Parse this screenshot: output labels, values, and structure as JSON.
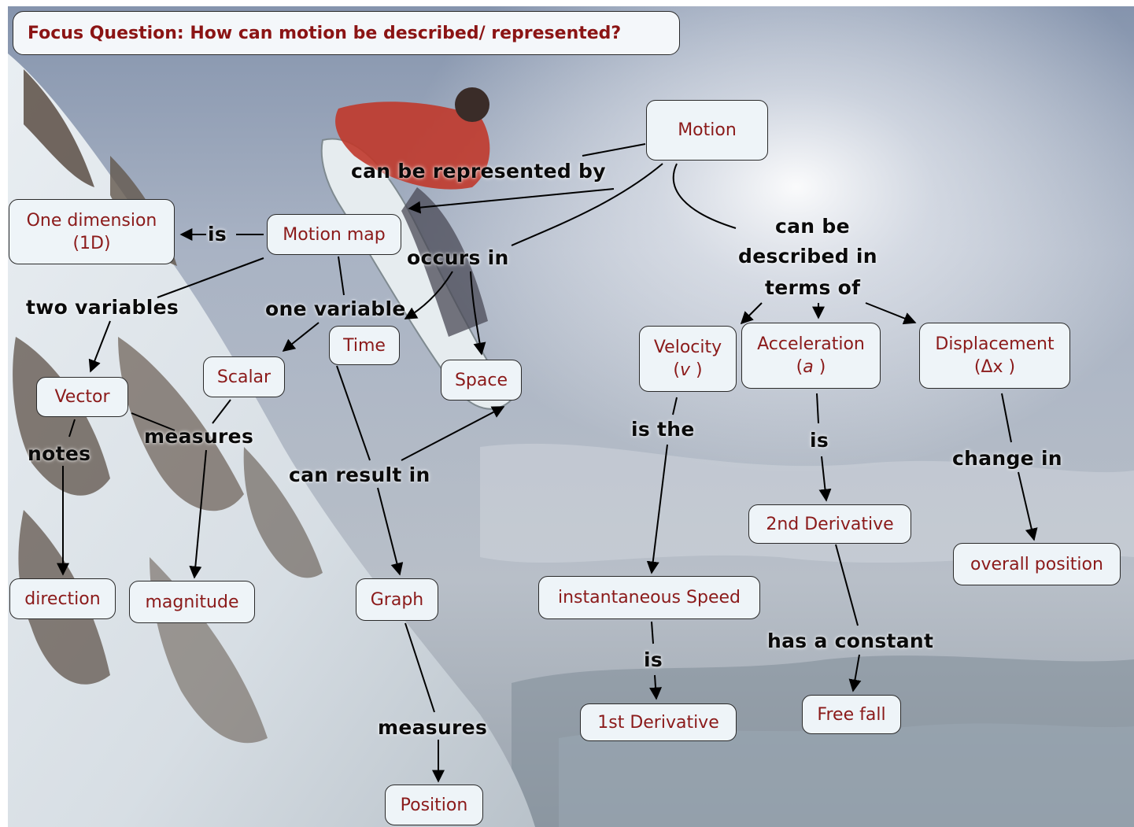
{
  "focus_question": "Focus Question: How can motion be described/ represented?",
  "nodes": {
    "motion": "Motion",
    "one_dimension_1": "One dimension",
    "one_dimension_2": "(1D)",
    "motion_map": "Motion map",
    "time": "Time",
    "space": "Space",
    "scalar": "Scalar",
    "vector": "Vector",
    "direction": "direction",
    "magnitude": "magnitude",
    "graph": "Graph",
    "position": "Position",
    "velocity_1": "Velocity",
    "velocity_sym": "v",
    "acceleration_1": "Acceleration",
    "acceleration_sym": "a",
    "displacement_1": "Displacement",
    "displacement_sym": "Δx",
    "instantaneous_speed": "instantaneous Speed",
    "first_derivative": "1st Derivative",
    "second_derivative": "2nd Derivative",
    "free_fall": "Free fall",
    "overall_position": "overall position"
  },
  "links": {
    "can_be_represented_by": "can be represented by",
    "is_1d": "is",
    "occurs_in": "occurs in",
    "can_be": "can be",
    "described_in": "described in",
    "terms_of": "terms of",
    "two_variables": "two variables",
    "one_variable": "one variable",
    "measures_scalar": "measures",
    "notes": "notes",
    "can_result_in": "can result in",
    "is_the": "is the",
    "is_accel": "is",
    "change_in": "change in",
    "has_a_constant": "has a constant",
    "is_speed": "is",
    "measures_graph": "measures"
  },
  "colors": {
    "node_text": "#8b1a1a",
    "node_fill": "#eef4f8",
    "link_text": "#0a0a0a"
  }
}
